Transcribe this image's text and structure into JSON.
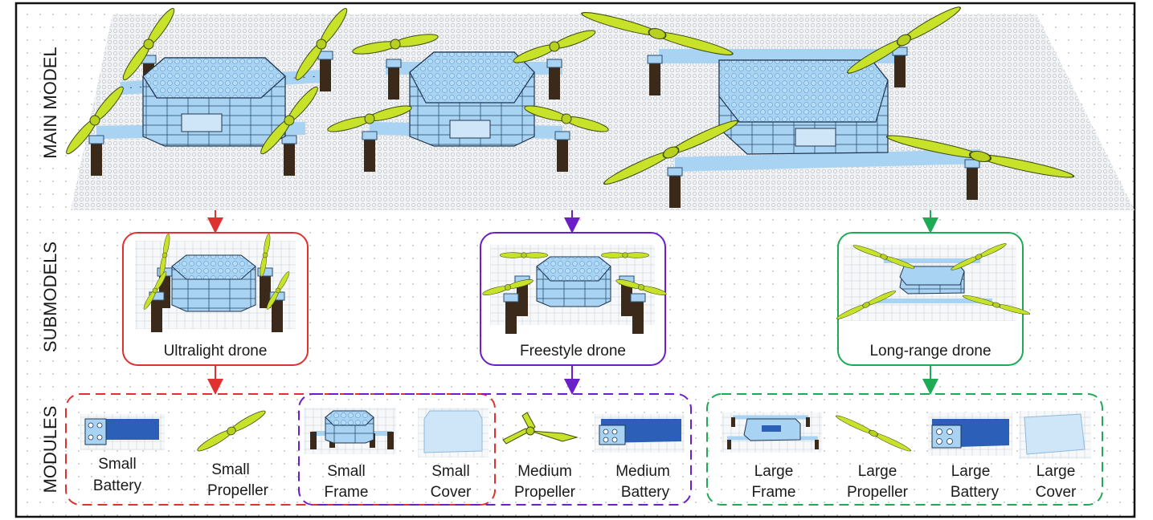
{
  "row_labels": {
    "main": "MAIN MODEL",
    "submodels": "SUBMODELS",
    "modules": "MODULES"
  },
  "submodels": [
    {
      "label": "Ultralight drone",
      "color": "#e03131"
    },
    {
      "label": "Freestyle drone",
      "color": "#6a1fc8"
    },
    {
      "label": "Long-range drone",
      "color": "#1faa55"
    }
  ],
  "modules": {
    "small_battery": [
      "Small",
      "Battery"
    ],
    "small_propeller": [
      "Small",
      "Propeller"
    ],
    "small_frame": [
      "Small",
      "Frame"
    ],
    "small_cover": [
      "Small",
      "Cover"
    ],
    "medium_propeller": [
      "Medium",
      "Propeller"
    ],
    "medium_battery": [
      "Medium",
      "Battery"
    ],
    "large_frame": [
      "Large",
      "Frame"
    ],
    "large_propeller": [
      "Large",
      "Propeller"
    ],
    "large_battery": [
      "Large",
      "Battery"
    ],
    "large_cover": [
      "Large",
      "Cover"
    ]
  },
  "colors": {
    "brick": "#a9d3f2",
    "brick_dark": "#6fa8d6",
    "propeller": "#c8e22a",
    "motor": "#3b2a1a",
    "battery": "#2b5fb8",
    "grid": "#c9cfd6"
  }
}
